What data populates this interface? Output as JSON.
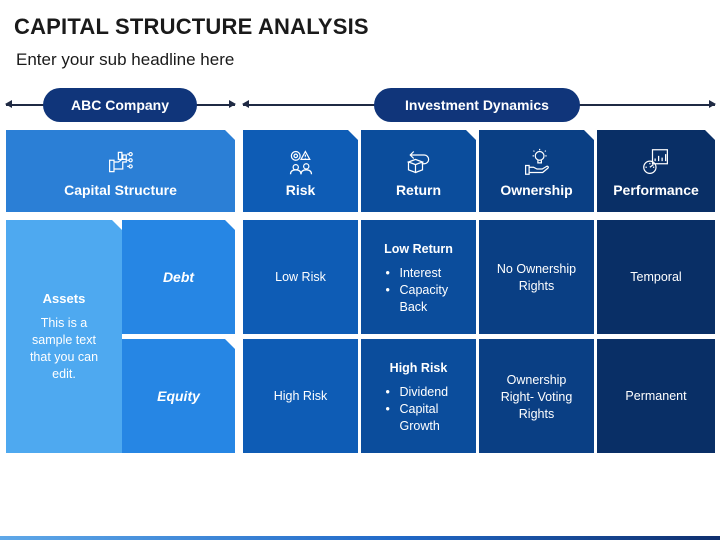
{
  "title": "CAPITAL STRUCTURE ANALYSIS",
  "subtitle": "Enter your sub headline here",
  "groups": {
    "left": "ABC Company",
    "right": "Investment Dynamics"
  },
  "headers": {
    "capital_structure": "Capital Structure",
    "risk": "Risk",
    "return": "Return",
    "ownership": "Ownership",
    "performance": "Performance"
  },
  "assets": {
    "title": "Assets",
    "text": "This is a sample text that you can edit."
  },
  "rows": {
    "debt": {
      "label": "Debt",
      "risk": "Low Risk",
      "return_title": "Low Return",
      "return_items": [
        "Interest",
        "Capacity Back"
      ],
      "ownership": "No Ownership Rights",
      "performance": "Temporal"
    },
    "equity": {
      "label": "Equity",
      "risk": "High Risk",
      "return_title": "High Risk",
      "return_items": [
        "Dividend",
        "Capital Growth"
      ],
      "ownership": "Ownership Right- Voting Rights",
      "performance": "Permanent"
    }
  },
  "icons": {
    "capital_structure": "hand-coins-icon",
    "risk": "people-warning-icon",
    "return": "return-box-icon",
    "ownership": "hand-bulb-icon",
    "performance": "chart-gauge-icon"
  },
  "colors": {
    "header_left": "#2b7fd6",
    "risk": "#0e5cb5",
    "return": "#0b4d9c",
    "ownership": "#0a3f84",
    "performance": "#092f66",
    "assets": "#4ea9f0",
    "debt": "#2686e4",
    "pill": "#10357a"
  }
}
